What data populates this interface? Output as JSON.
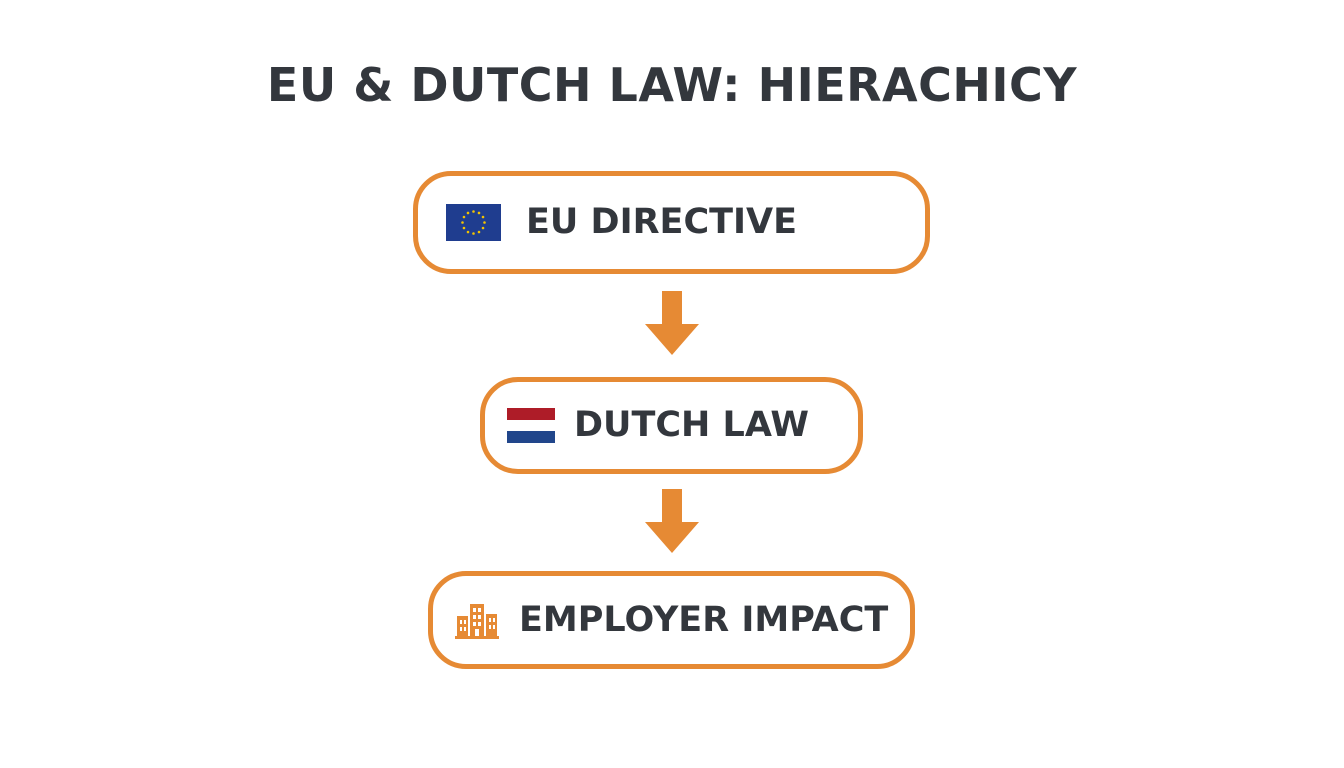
{
  "title": "EU & DUTCH LAW: HIERACHICY",
  "nodes": [
    {
      "label": "EU DIRECTIVE",
      "icon": "eu-flag-icon"
    },
    {
      "label": "DUTCH LAW",
      "icon": "netherlands-flag-icon"
    },
    {
      "label": "EMPLOYER IMPACT",
      "icon": "office-building-icon"
    }
  ],
  "colors": {
    "accent": "#e68a34",
    "text": "#33373d",
    "eu_blue": "#1f3d8f",
    "eu_star": "#f2c300",
    "nl_red": "#ae1c28",
    "nl_white": "#ffffff",
    "nl_blue": "#21468b"
  }
}
